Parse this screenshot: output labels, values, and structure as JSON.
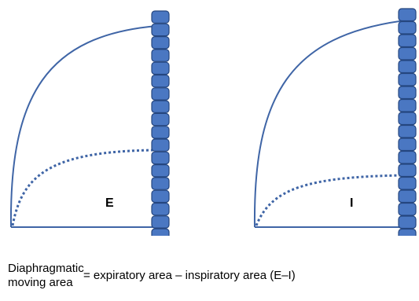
{
  "panels": [
    {
      "label": "E",
      "colors": {
        "outline": "#3f65a6",
        "vertebra_fill": "#4a77c2",
        "vertebra_stroke": "#25467f"
      }
    },
    {
      "label": "I",
      "colors": {
        "outline": "#3f65a6",
        "vertebra_fill": "#4a77c2",
        "vertebra_stroke": "#25467f"
      }
    }
  ],
  "formula": {
    "term_line1": "Diaphragmatic",
    "term_line2": "moving area",
    "equation": "= expiratory area – inspiratory area (E–I)"
  }
}
